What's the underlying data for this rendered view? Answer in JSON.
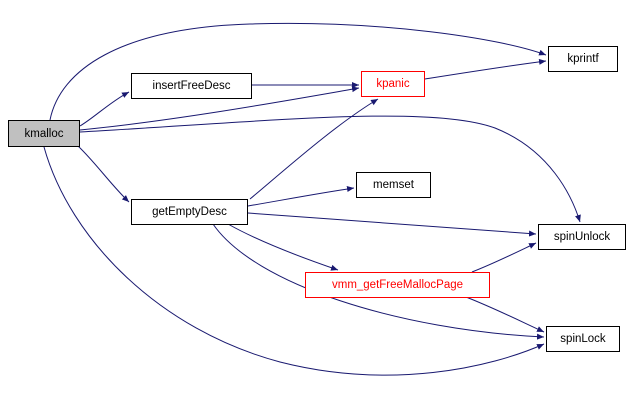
{
  "diagram": {
    "type": "call-graph",
    "nodes": [
      {
        "id": "kmalloc",
        "label": "kmalloc",
        "role": "root"
      },
      {
        "id": "insertFreeDesc",
        "label": "insertFreeDesc",
        "role": "normal"
      },
      {
        "id": "kpanic",
        "label": "kpanic",
        "role": "truncated"
      },
      {
        "id": "kprintf",
        "label": "kprintf",
        "role": "normal"
      },
      {
        "id": "memset",
        "label": "memset",
        "role": "normal"
      },
      {
        "id": "getEmptyDesc",
        "label": "getEmptyDesc",
        "role": "normal"
      },
      {
        "id": "spinUnlock",
        "label": "spinUnlock",
        "role": "normal"
      },
      {
        "id": "vmm_getFreeMallocPage",
        "label": "vmm_getFreeMallocPage",
        "role": "truncated"
      },
      {
        "id": "spinLock",
        "label": "spinLock",
        "role": "normal"
      }
    ],
    "edges": [
      {
        "from": "kmalloc",
        "to": "kprintf"
      },
      {
        "from": "kmalloc",
        "to": "insertFreeDesc"
      },
      {
        "from": "kmalloc",
        "to": "kpanic"
      },
      {
        "from": "kmalloc",
        "to": "getEmptyDesc"
      },
      {
        "from": "kmalloc",
        "to": "spinUnlock"
      },
      {
        "from": "kmalloc",
        "to": "spinLock"
      },
      {
        "from": "insertFreeDesc",
        "to": "kpanic"
      },
      {
        "from": "kpanic",
        "to": "kprintf"
      },
      {
        "from": "getEmptyDesc",
        "to": "kpanic"
      },
      {
        "from": "getEmptyDesc",
        "to": "memset"
      },
      {
        "from": "getEmptyDesc",
        "to": "spinUnlock"
      },
      {
        "from": "getEmptyDesc",
        "to": "vmm_getFreeMallocPage"
      },
      {
        "from": "getEmptyDesc",
        "to": "spinLock"
      },
      {
        "from": "vmm_getFreeMallocPage",
        "to": "spinUnlock"
      },
      {
        "from": "vmm_getFreeMallocPage",
        "to": "spinLock"
      }
    ],
    "colors": {
      "edge": "#191970",
      "node_border": "#000000",
      "root_fill": "#c0c0c0",
      "truncated": "#ff0000",
      "background": "#ffffff"
    }
  }
}
